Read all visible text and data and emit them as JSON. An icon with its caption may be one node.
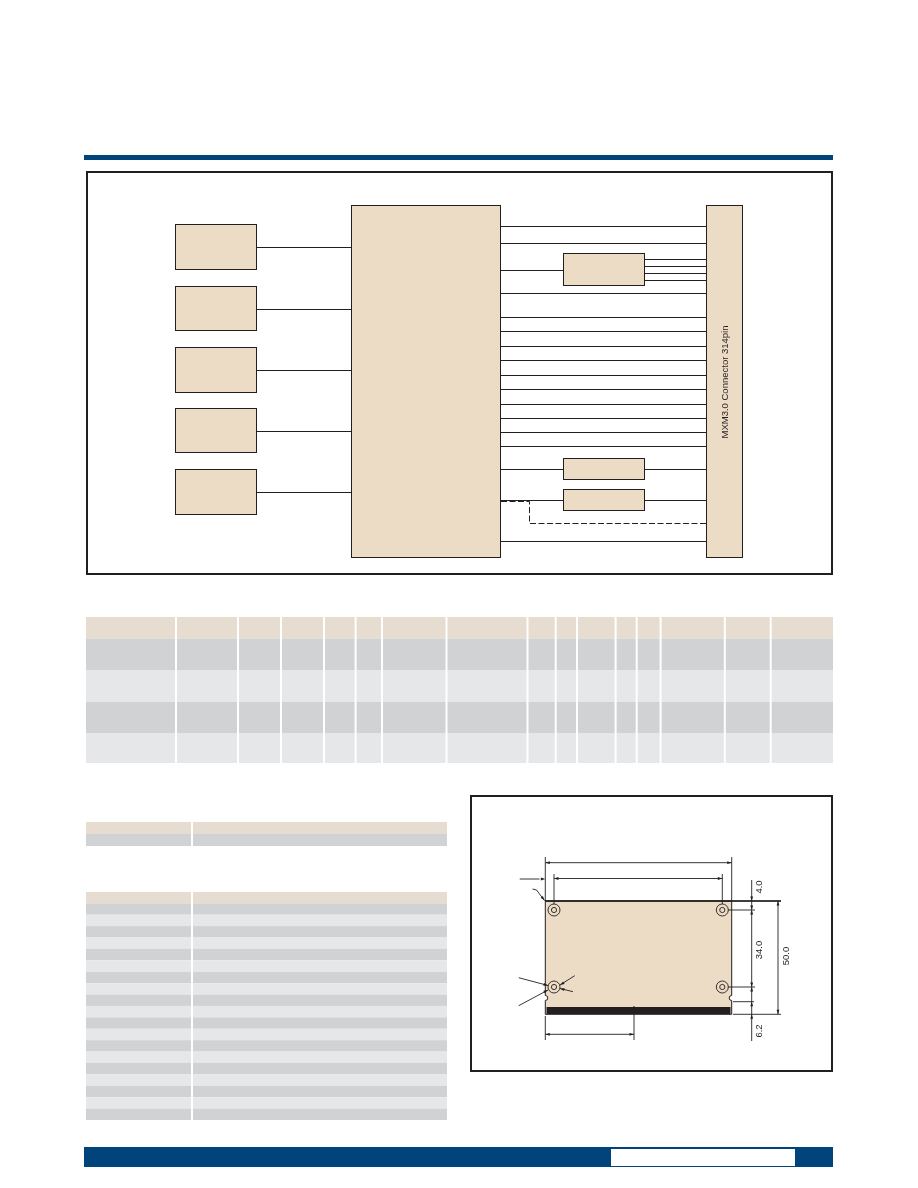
{
  "diagram": {
    "nodes": [
      {
        "text": [],
        "shape": "box"
      },
      {
        "text": [],
        "shape": "box"
      },
      {
        "text": [],
        "shape": "box"
      },
      {
        "text": [],
        "shape": "box"
      },
      {
        "text": [],
        "shape": "box"
      },
      {
        "text": [],
        "shape": "box"
      },
      {
        "text": [],
        "shape": "box"
      },
      {
        "text": [],
        "shape": "box"
      },
      {
        "text": [],
        "shape": "box"
      },
      {
        "text": [
          "MXM3.0 Connector 314pin"
        ]
      }
    ],
    "edges": [
      {
        "from": 0,
        "to": 5,
        "arrow": "none"
      },
      {
        "from": 1,
        "to": 5,
        "arrow": "none"
      },
      {
        "from": 2,
        "to": 5,
        "arrow": "none"
      },
      {
        "from": 3,
        "to": 5,
        "arrow": "none"
      },
      {
        "from": 4,
        "to": 5,
        "arrow": "none"
      },
      {
        "from": 5,
        "to": 9,
        "arrow": "none"
      },
      {
        "from": 5,
        "to": 9,
        "arrow": "none"
      },
      {
        "from": 5,
        "to": 6,
        "arrow": "none"
      },
      {
        "from": 6,
        "to": 9,
        "arrow": "none"
      },
      {
        "from": 6,
        "to": 9,
        "arrow": "none"
      },
      {
        "from": 6,
        "to": 9,
        "arrow": "none"
      },
      {
        "from": 6,
        "to": 9,
        "arrow": "none"
      },
      {
        "from": 5,
        "to": 9,
        "arrow": "none"
      },
      {
        "from": 5,
        "to": 9,
        "arrow": "none"
      },
      {
        "from": 5,
        "to": 9,
        "arrow": "none"
      },
      {
        "from": 5,
        "to": 9,
        "arrow": "none"
      },
      {
        "from": 5,
        "to": 9,
        "arrow": "none"
      },
      {
        "from": 5,
        "to": 9,
        "arrow": "none"
      },
      {
        "from": 5,
        "to": 9,
        "arrow": "none"
      },
      {
        "from": 5,
        "to": 9,
        "arrow": "none"
      },
      {
        "from": 5,
        "to": 9,
        "arrow": "none"
      },
      {
        "from": 5,
        "to": 9,
        "arrow": "none"
      },
      {
        "from": 5,
        "to": 9,
        "arrow": "none"
      },
      {
        "from": 5,
        "to": 7,
        "arrow": "none"
      },
      {
        "from": 7,
        "to": 9,
        "arrow": "none"
      },
      {
        "from": 5,
        "to": 8,
        "arrow": "none"
      },
      {
        "from": 8,
        "to": 9,
        "arrow": "none"
      },
      {
        "from": 5,
        "to": 9,
        "arrow": "none",
        "style": "dashed"
      },
      {
        "from": 5,
        "to": 9,
        "arrow": "none"
      }
    ],
    "labels": [
      "4.0",
      "34.0",
      "50.0",
      "6.2"
    ]
  }
}
